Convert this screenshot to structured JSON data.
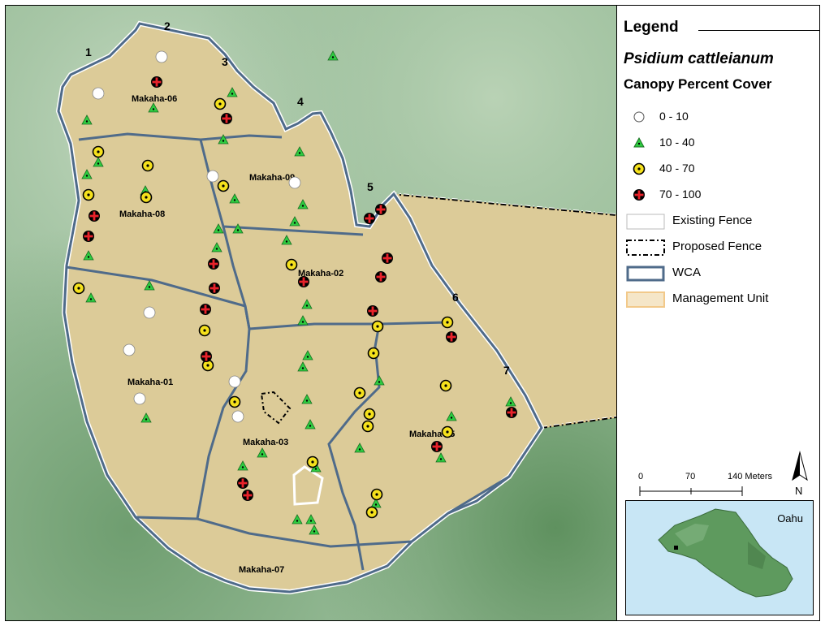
{
  "units": [
    {
      "label": "Makaha-06"
    },
    {
      "label": "Makaha-09"
    },
    {
      "label": "Makaha-08"
    },
    {
      "label": "Makaha-02"
    },
    {
      "label": "Makaha-01"
    },
    {
      "label": "Makaha-03"
    },
    {
      "label": "Makaha-05"
    },
    {
      "label": "Makaha-07"
    }
  ],
  "points_labels": [
    "1",
    "2",
    "3",
    "4",
    "5",
    "6",
    "7"
  ],
  "legend": {
    "title": "Legend",
    "species": "Psidium cattleianum",
    "subtitle": "Canopy Percent Cover",
    "classes": [
      {
        "label": "0 - 10",
        "symbol": "white-circle-icon",
        "color": "#ffffff"
      },
      {
        "label": "10 - 40",
        "symbol": "green-triangle-icon",
        "color": "#2ecc40"
      },
      {
        "label": "40 - 70",
        "symbol": "yellow-dot-circle-icon",
        "color": "#f5e11c"
      },
      {
        "label": "70 - 100",
        "symbol": "red-cross-circle-icon",
        "color": "#e8222a"
      }
    ],
    "features": [
      {
        "label": "Existing Fence",
        "symbol": "existing-fence-icon"
      },
      {
        "label": "Proposed Fence",
        "symbol": "proposed-fence-icon"
      },
      {
        "label": "WCA",
        "symbol": "wca-icon",
        "color": "#4f6b8a"
      },
      {
        "label": "Management Unit",
        "symbol": "management-unit-icon",
        "color": "#f2d9a6"
      }
    ]
  },
  "scale": {
    "ticks": [
      "0",
      "70",
      "140 Meters"
    ]
  },
  "north": {
    "label": "N"
  },
  "inset": {
    "label": "Oahu"
  },
  "colors": {
    "terrain": "#9cbf9c",
    "unit_fill": "#dccb98",
    "wca": "#4f6b8a",
    "fence": "#ffffff"
  }
}
